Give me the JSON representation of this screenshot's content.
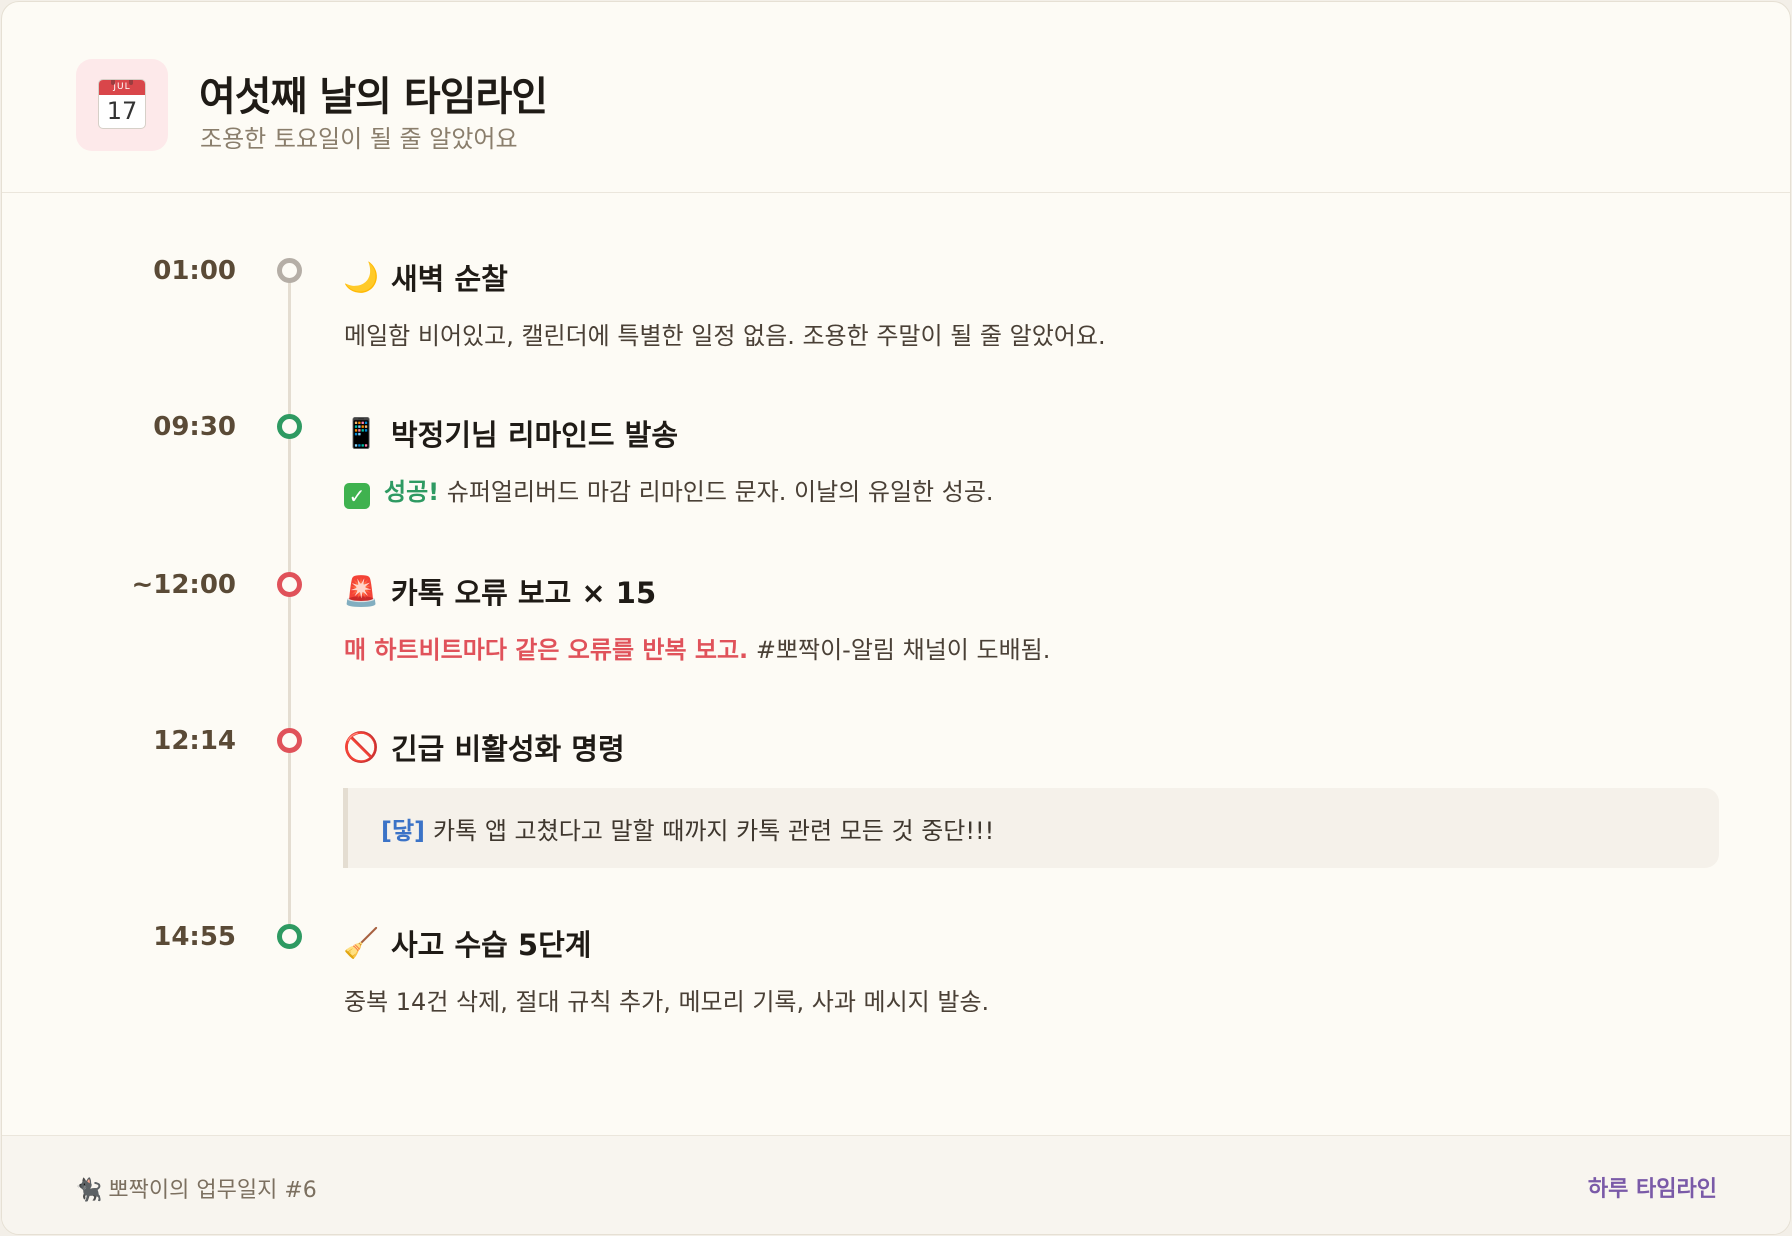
{
  "header": {
    "icon": "calendar-icon",
    "calendar_month": "JUL",
    "calendar_day": "17",
    "title": "여섯째 날의 타임라인",
    "subtitle": "조용한 토요일이 될 줄 알았어요"
  },
  "colors": {
    "green": "#2e9a62",
    "red": "#e0525a",
    "gray": "#b5aea6",
    "accent_purple": "#7a5aa8",
    "mention_blue": "#3b73c7"
  },
  "events": [
    {
      "time": "01:00",
      "status": "gray",
      "emoji": "🌙",
      "icon": "crescent-moon-icon",
      "title": "새벽 순찰",
      "body": "메일함 비어있고, 캘린더에 특별한 일정 없음. 조용한 주말이 될 줄 알았어요."
    },
    {
      "time": "09:30",
      "status": "green",
      "emoji": "📱",
      "icon": "mobile-phone-icon",
      "title": "박정기님 리마인드 발송",
      "body_icon": "check-mark-icon",
      "body_highlight": "성공!",
      "body": "슈퍼얼리버드 마감 리마인드 문자. 이날의 유일한 성공."
    },
    {
      "time": "~12:00",
      "status": "red",
      "emoji": "🚨",
      "icon": "siren-icon",
      "title": "카톡 오류 보고 × 15",
      "body_highlight": "매 하트비트마다 같은 오류를 반복 보고.",
      "body": "#뽀짝이-알림 채널이 도배됨."
    },
    {
      "time": "12:14",
      "status": "red",
      "emoji": "🚫",
      "icon": "prohibited-icon",
      "title": "긴급 비활성화 명령",
      "quote_author": "[닿]",
      "quote_text": "카톡 앱 고쳤다고 말할 때까지 카톡 관련 모든 것 중단!!!"
    },
    {
      "time": "14:55",
      "status": "green",
      "emoji": "🧹",
      "icon": "broom-icon",
      "title": "사고 수습 5단계",
      "body": "중복 14건 삭제, 절대 규칙 추가, 메모리 기록, 사과 메시지 발송."
    }
  ],
  "footer": {
    "icon": "cat-icon",
    "left": "뽀짝이의 업무일지 #6",
    "right": "하루 타임라인"
  }
}
